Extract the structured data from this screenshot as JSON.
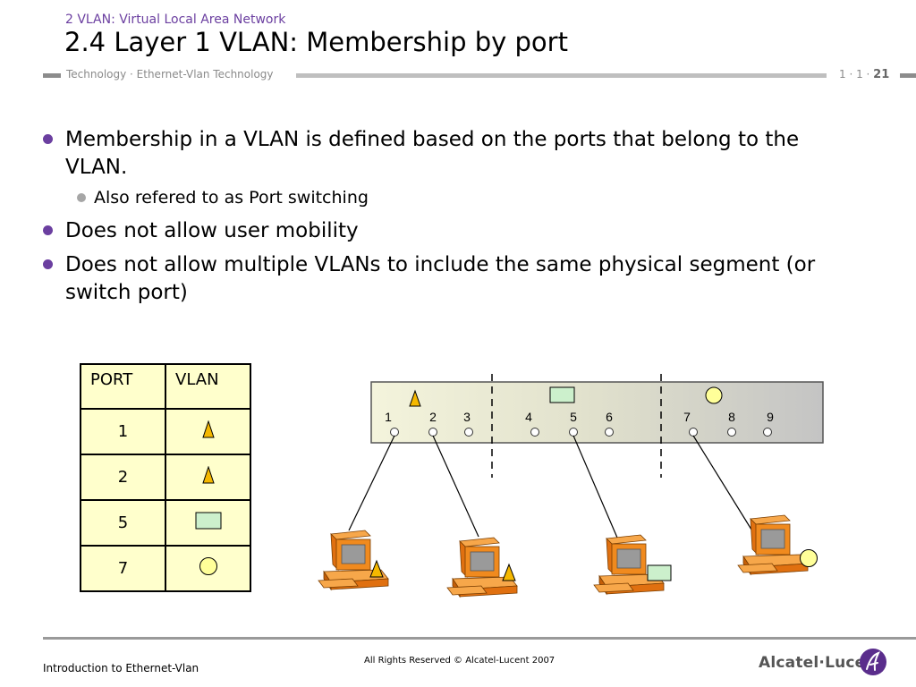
{
  "header": {
    "kicker": "2 VLAN: Virtual Local Area Network",
    "title": "2.4 Layer 1 VLAN: Membership by port",
    "subtitle": "Technology · Ethernet-Vlan Technology",
    "page_prefix": "1 · 1 · ",
    "page_number": "21"
  },
  "bullets": [
    {
      "text": "Membership in a VLAN is defined based on the ports that belong to the VLAN."
    },
    {
      "text": "Also refered to as Port switching"
    },
    {
      "text": "Does not allow user mobility"
    },
    {
      "text": "Does not allow multiple VLANs to include the same physical segment (or switch port)"
    }
  ],
  "table": {
    "headers": [
      "PORT",
      "VLAN"
    ],
    "rows": [
      {
        "port": "1",
        "vlan_icon": "triangle-icon"
      },
      {
        "port": "2",
        "vlan_icon": "triangle-icon"
      },
      {
        "port": "5",
        "vlan_icon": "rectangle-icon"
      },
      {
        "port": "7",
        "vlan_icon": "circle-icon"
      }
    ]
  },
  "switch": {
    "port_labels": [
      "1",
      "2",
      "3",
      "4",
      "5",
      "6",
      "7",
      "8",
      "9"
    ]
  },
  "colors": {
    "accent": "#6b3fa0",
    "table_bg": "#ffffcc",
    "triangle": "#f5b800",
    "rectangle": "#ccf0cc",
    "circle": "#ffff99",
    "computer": "#f08a1e"
  },
  "footer": {
    "left": "Introduction to Ethernet-Vlan",
    "center": "All Rights Reserved © Alcatel-Lucent 2007",
    "logo": "Alcatel·Lucent"
  }
}
